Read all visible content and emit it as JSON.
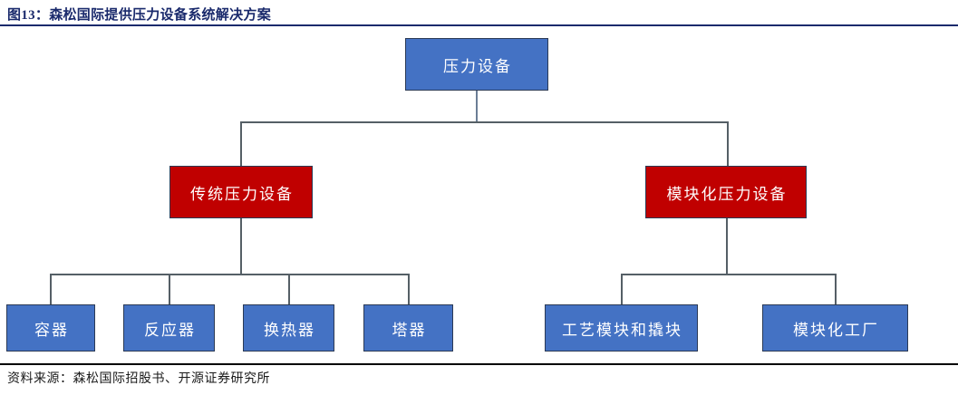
{
  "header": {
    "figure_label": "图13：",
    "title": "森松国际提供压力设备系统解决方案",
    "full_title": "图13：森松国际提供压力设备系统解决方案",
    "title_color": "#1A2A6C"
  },
  "footer": {
    "source_text": "资料来源：森松国际招股书、开源证券研究所"
  },
  "colors": {
    "node_blue": "#4472C4",
    "node_red": "#C00000",
    "node_border": "#2B3A55",
    "connector": "#555F66",
    "title_navy": "#1A2A6C",
    "text_white": "#FFFFFF"
  },
  "chart_data": {
    "type": "diagram",
    "diagram_kind": "org-chart-tree",
    "title": "图13：森松国际提供压力设备系统解决方案",
    "source": "资料来源：森松国际招股书、开源证券研究所",
    "levels": 3,
    "nodes": [
      {
        "id": "root",
        "label": "压力设备",
        "level": 0,
        "color": "#4472C4",
        "parent": null
      },
      {
        "id": "trad",
        "label": "传统压力设备",
        "level": 1,
        "color": "#C00000",
        "parent": "root"
      },
      {
        "id": "modular",
        "label": "模块化压力设备",
        "level": 1,
        "color": "#C00000",
        "parent": "root"
      },
      {
        "id": "vessel",
        "label": "容器",
        "level": 2,
        "color": "#4472C4",
        "parent": "trad"
      },
      {
        "id": "reactor",
        "label": "反应器",
        "level": 2,
        "color": "#4472C4",
        "parent": "trad"
      },
      {
        "id": "exchanger",
        "label": "换热器",
        "level": 2,
        "color": "#4472C4",
        "parent": "trad"
      },
      {
        "id": "tower",
        "label": "塔器",
        "level": 2,
        "color": "#4472C4",
        "parent": "trad"
      },
      {
        "id": "skid",
        "label": "工艺模块和撬块",
        "level": 2,
        "color": "#4472C4",
        "parent": "modular"
      },
      {
        "id": "plant",
        "label": "模块化工厂",
        "level": 2,
        "color": "#4472C4",
        "parent": "modular"
      }
    ],
    "edges": [
      {
        "from": "root",
        "to": "trad"
      },
      {
        "from": "root",
        "to": "modular"
      },
      {
        "from": "trad",
        "to": "vessel"
      },
      {
        "from": "trad",
        "to": "reactor"
      },
      {
        "from": "trad",
        "to": "exchanger"
      },
      {
        "from": "trad",
        "to": "tower"
      },
      {
        "from": "modular",
        "to": "skid"
      },
      {
        "from": "modular",
        "to": "plant"
      }
    ]
  },
  "nodes": {
    "root": "压力设备",
    "trad": "传统压力设备",
    "modular": "模块化压力设备",
    "vessel": "容器",
    "reactor": "反应器",
    "exchanger": "换热器",
    "tower": "塔器",
    "skid": "工艺模块和撬块",
    "plant": "模块化工厂"
  }
}
